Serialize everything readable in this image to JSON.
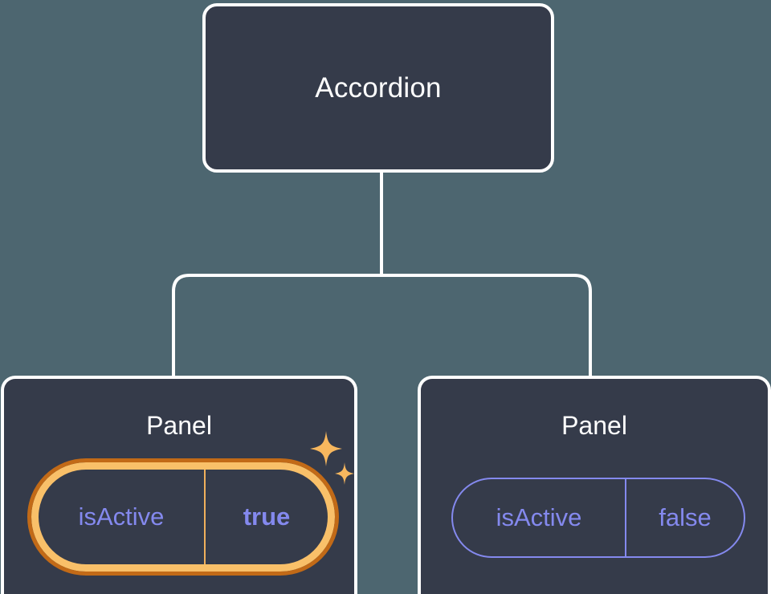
{
  "diagram": {
    "type": "component-tree",
    "background_color": "#4d6670",
    "node_fill_color": "#353b4a",
    "node_border_color": "#ffffff",
    "prop_accent_color": "#8489ee",
    "highlight_color": "#f9c069",
    "highlight_glow_color": "#c26a17",
    "root": {
      "title": "Accordion"
    },
    "children": [
      {
        "title": "Panel",
        "highlighted": true,
        "prop": {
          "key": "isActive",
          "value": "true"
        },
        "decoration": "sparkles-icon"
      },
      {
        "title": "Panel",
        "highlighted": false,
        "prop": {
          "key": "isActive",
          "value": "false"
        }
      }
    ]
  }
}
